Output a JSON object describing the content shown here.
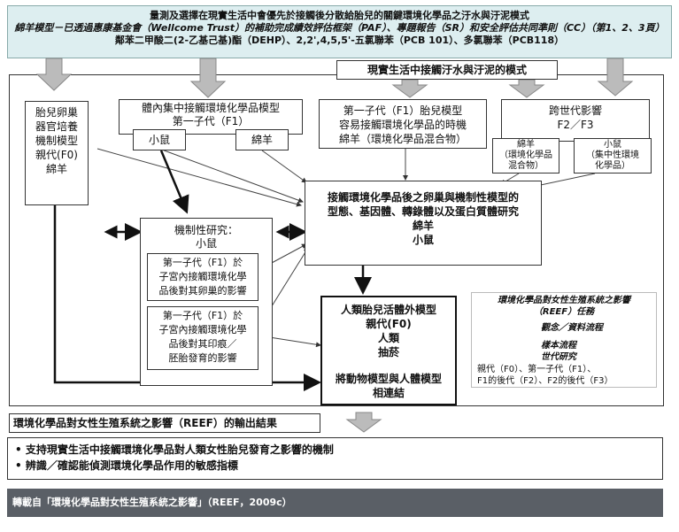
{
  "header": {
    "line1": "量測及選擇在現實生活中會優先於接觸後分散給胎兒的關鍵環境化學品之汙水與汙泥模式",
    "line2": "綿羊模型－已透過惠康基金會（Wellcome Trust）的補助完成績效評估框架（PAF）、專題報告（SR）和安全評估共同準則（CC）（第1、2、3頁）",
    "line3": "鄰苯二甲酸二(2-乙基己基)酯（DEHP）、2,2',4,5,5'-五氯聯苯（PCB 101）、多氯聯苯（PCB118）"
  },
  "diagram": {
    "title": "現實生活中接觸汙水與汙泥的模式",
    "ovary": {
      "l1": "胎兒卵巢",
      "l2": "器官培養",
      "l3": "機制模型",
      "l4": "親代(F0)",
      "l5": "綿羊"
    },
    "accum": {
      "l1": "體內集中接觸環境化學品模型",
      "l2": "第一子代（F1）",
      "mouse": "小鼠",
      "sheep": "綿羊"
    },
    "f1window": {
      "l1": "第一子代（F1）胎兒模型",
      "l2": "容易接觸環境化學品的時機",
      "l3": "綿羊（環境化學品混合物）"
    },
    "transgen": {
      "l1": "跨世代影響",
      "l2": "F2／F3",
      "sheep": "綿羊\n（環境化學品\n混合物）",
      "mouse": "小鼠\n（集中性環境\n化學品）"
    },
    "study": {
      "l1": "接觸環境化學品後之卵巢與機制性模型的",
      "l2": "型態、基因體、轉錄體以及蛋白質體研究",
      "l3": "綿羊",
      "l4": "小鼠"
    },
    "mech": {
      "l1": "機制性研究：",
      "l2": "小鼠",
      "a": "第一子代（F1）於\n子宮內接觸環境化學\n品後對其卵巢的影響",
      "b": "第一子代（F1）於\n子宮內接觸環境化學\n品後對其印痕／\n胚胎發育的影響"
    },
    "human": {
      "l1": "人類胎兒活體外模型",
      "l2": "親代(F0)",
      "l3": "人類",
      "l4": "抽菸",
      "l5": "將動物模型與人體模型",
      "l6": "相連結"
    }
  },
  "legend": {
    "title": "環境化學品對女性生殖系統之影響\n（REEF）任務",
    "thick": "觀念／資料流程",
    "thin": "樣本流程",
    "thin2": "世代研究",
    "gen1": "親代（F0）、第一子代（F1）、",
    "gen2": "F1的後代（F2）、F2的後代（F3）"
  },
  "outputs": {
    "title": "環境化學品對女性生殖系統之影響（REEF）的輸出結果",
    "items": [
      "支持現實生活中接觸環境化學品對人類女性胎兒發育之影響的機制",
      "辨識／確認能偵測環境化學品作用的敏感指標"
    ]
  },
  "footer": "轉載自「環境化學品對女性生殖系統之影響」（REEF，2009c）"
}
